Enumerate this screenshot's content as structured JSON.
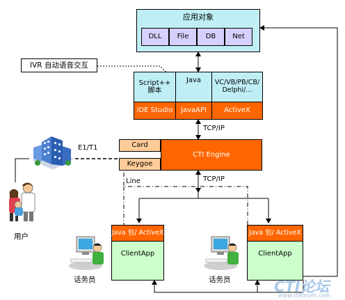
{
  "app_objects": {
    "title": "应用对象",
    "items": [
      "DLL",
      "File",
      "DB",
      "Net"
    ]
  },
  "ivr_callout": "IVR 自动语音交互",
  "dev_layer": {
    "langs": [
      "Script++\n脚本",
      "Java",
      "VC/VB/PB/CB/\nDelphi/..."
    ],
    "tools": [
      "IDE Studio",
      "JavaAPI",
      "ActiveX"
    ]
  },
  "tcpip_top": "TCP/IP",
  "tcpip_mid": "TCP/IP",
  "cti": {
    "card": "Card",
    "keygoe": "Keygoe",
    "engine": "CTI Engine",
    "line": "Line"
  },
  "e1t1": "E1/T1",
  "user_label": "用户",
  "clients": [
    {
      "header": "Java 包/ ActiveX",
      "body": "ClientApp",
      "agent_label": "话务员"
    },
    {
      "header": "Java 包/ ActiveX",
      "body": "ClientApp",
      "agent_label": "话务员"
    }
  ],
  "watermark": {
    "brand": "CTI论坛",
    "url": "www.ctiforum.com"
  },
  "colors": {
    "cyan": "#bfeff5",
    "orange": "#ff6600",
    "lavender": "#d6d0ff",
    "green": "#ccffcc",
    "peach": "#ffcc99"
  }
}
